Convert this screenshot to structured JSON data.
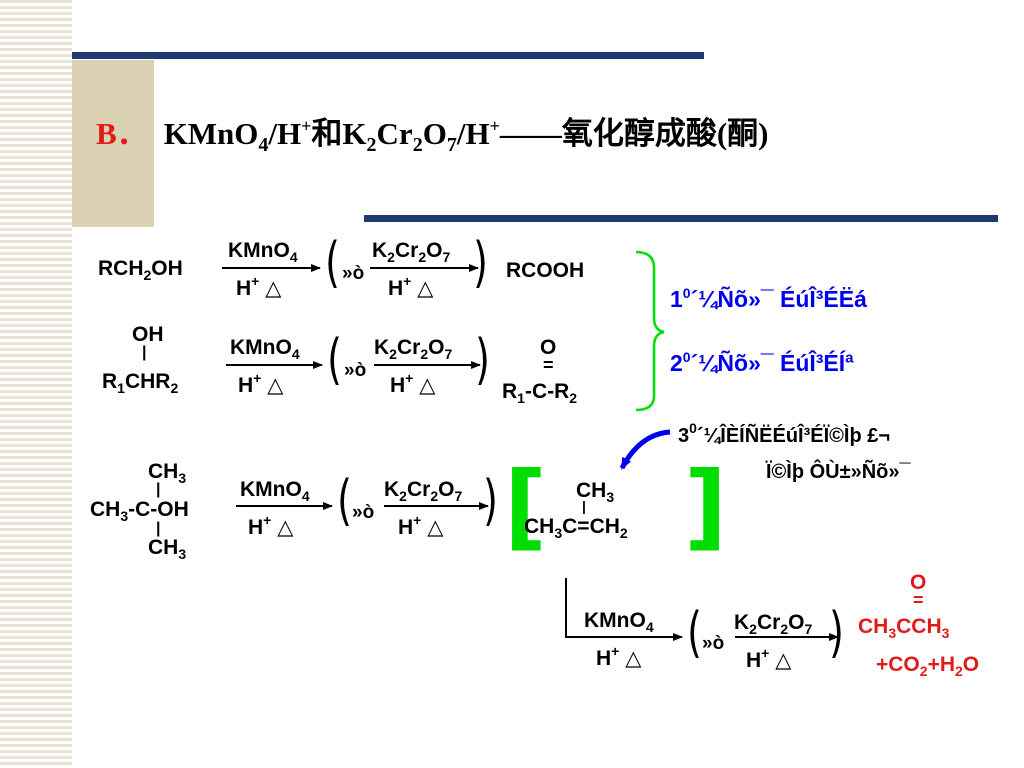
{
  "title": {
    "label": "B．",
    "parts": [
      "KMnO",
      "4",
      "/H",
      "+",
      "和K",
      "2",
      "Cr",
      "2",
      "O",
      "7",
      "/H",
      "+",
      "——氧化醇成酸(酮)"
    ]
  },
  "common": {
    "kmno": "KMnO",
    "kmno_sub": "4",
    "h": "H",
    "h_sup": "+",
    "delta": "△",
    "or": "»ò",
    "k": "K",
    "k_sub": "2",
    "cr": "Cr",
    "cr_sub": "2",
    "o": "O",
    "o_sub": "7",
    "paren_open": "(",
    "paren_close": ")"
  },
  "reaction1": {
    "reactant": [
      "RCH",
      "2",
      "OH"
    ],
    "product": "RCOOH"
  },
  "reaction2": {
    "oh": "OH",
    "bond": "|",
    "reactant": [
      "R",
      "1",
      "CHR",
      "2"
    ],
    "product_o": "O",
    "product_double": "=",
    "product": [
      "R",
      "1",
      "-C-R",
      "2"
    ]
  },
  "notes": {
    "primary": [
      "1",
      "0",
      "´¼Ñõ»¯ ÉúÎ³ÉËá"
    ],
    "secondary": [
      "2",
      "0",
      "´¼Ñõ»¯ ÉúÎ³ÉÍª"
    ],
    "tertiary_line1": [
      "3",
      "0",
      "´¼ÎÈÍÑËÉúÎ³ÉÏ©Ìþ £¬"
    ],
    "tertiary_line2": "Ï©Ìþ ÔÙ±»Ñõ»¯"
  },
  "reaction3": {
    "top": [
      "CH",
      "3"
    ],
    "bond": "|",
    "mid": [
      "CH",
      "3",
      "-C-OH"
    ],
    "bottom": [
      "CH",
      "3"
    ],
    "bracket_open": "[",
    "bracket_close": "]",
    "intermediate_top": [
      "CH",
      "3"
    ],
    "intermediate": [
      "CH",
      "3",
      "C=CH",
      "2"
    ]
  },
  "reaction4": {
    "product_o": "O",
    "product_double": "=",
    "product": [
      "CH",
      "3",
      "CCH",
      "3"
    ],
    "byproduct": [
      "+CO",
      "2",
      "+H",
      "2",
      "O"
    ]
  },
  "colors": {
    "navy": "#1f3a6e",
    "tan": "#d9d1b2",
    "blue": "#0000ee",
    "red": "#e31a1a",
    "green": "#00dd00"
  }
}
